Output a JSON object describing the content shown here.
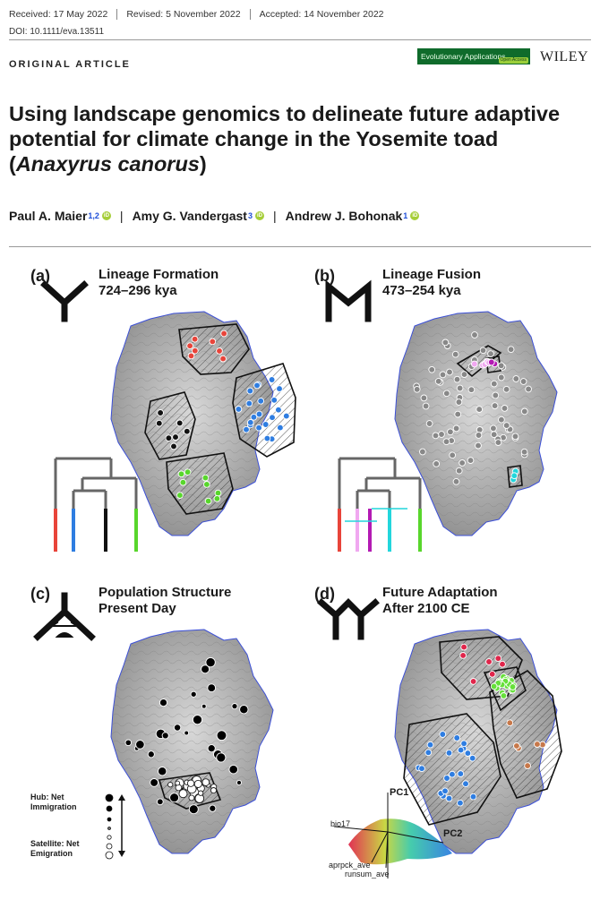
{
  "header": {
    "received": "Received: 17 May 2022",
    "revised": "Revised: 5 November 2022",
    "accepted": "Accepted: 14 November 2022",
    "doi": "DOI: 10.1111/eva.13511"
  },
  "article_type": "ORIGINAL ARTICLE",
  "journal": {
    "name": "Evolutionary Applications",
    "badge": "Open Access",
    "publisher": "WILEY"
  },
  "title": {
    "line1": "Using landscape genomics to delineate future adaptive",
    "line2": "potential for climate change in the Yosemite toad",
    "paren_open": "(",
    "species": "Anaxyrus canorus",
    "paren_close": ")"
  },
  "authors": [
    {
      "name": "Paul A. Maier",
      "aff": "1,2"
    },
    {
      "name": "Amy G. Vandergast",
      "aff": "3"
    },
    {
      "name": "Andrew J. Bohonak",
      "aff": "1"
    }
  ],
  "orcid_glyph": "iD",
  "figure": {
    "panels": [
      {
        "label": "(a)",
        "title1": "Lineage Formation",
        "title2": "724–296 kya",
        "icon": "lineage-split-icon",
        "clusters": [
          [
            "#e8443a",
            8
          ],
          [
            "#2e7de1",
            22
          ],
          [
            "#111111",
            7
          ],
          [
            "#58d62c",
            9
          ]
        ]
      },
      {
        "label": "(b)",
        "title1": "Lineage Fusion",
        "title2": "473–254 kya",
        "icon": "lineage-merge-icon",
        "clusters": [
          [
            "#888888",
            70
          ],
          [
            "#f0a8f0",
            6
          ],
          [
            "#b31ab3",
            2
          ],
          [
            "#22d6dc",
            3
          ]
        ]
      },
      {
        "label": "(c)",
        "title1": "Population Structure",
        "title2": "Present Day",
        "icon": "migration-icon",
        "clusters": [
          [
            "#000000",
            30
          ],
          [
            "#ffffff",
            26
          ]
        ]
      },
      {
        "label": "(d)",
        "title1": "Future Adaptation",
        "title2": "After 2100 CE",
        "icon": "future-adaptation-icon",
        "clusters": [
          [
            "#e0264b",
            7
          ],
          [
            "#c7784a",
            6
          ],
          [
            "#66e03a",
            20
          ],
          [
            "#2e7de1",
            22
          ]
        ]
      }
    ],
    "legend": {
      "hub": [
        "Hub: Net",
        "Immigration"
      ],
      "satellite": [
        "Satellite: Net",
        "Emigration"
      ]
    },
    "pca": {
      "pc1": "PC1",
      "pc2": "PC2",
      "var1": "bio17",
      "var2": "aprpck_ave",
      "var3": "runsum_ave"
    }
  }
}
